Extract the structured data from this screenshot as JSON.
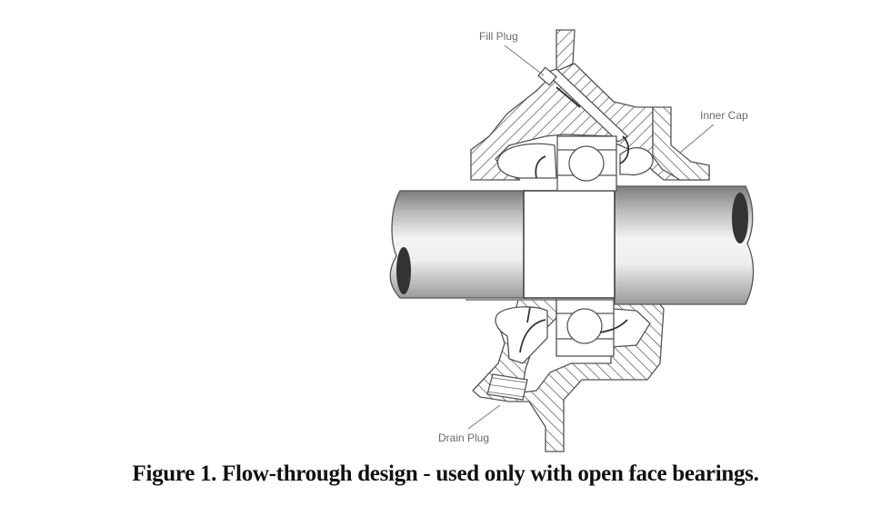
{
  "figure": {
    "caption": "Figure 1. Flow-through design - used only with open face bearings.",
    "labels": {
      "fill_plug": "Fill Plug",
      "inner_cap": "Inner Cap",
      "drain_plug": "Drain Plug"
    },
    "components": [
      "housing-cross-section",
      "shaft",
      "upper-ball-bearing",
      "lower-ball-bearing",
      "fill-plug",
      "drain-plug",
      "inner-cap",
      "oil-flow-arrows"
    ],
    "colors": {
      "line": "#555555",
      "hatch": "#666666",
      "shaft_dark": "#8a8a8a",
      "shaft_light": "#f2f2f2",
      "caption": "#111111"
    }
  }
}
